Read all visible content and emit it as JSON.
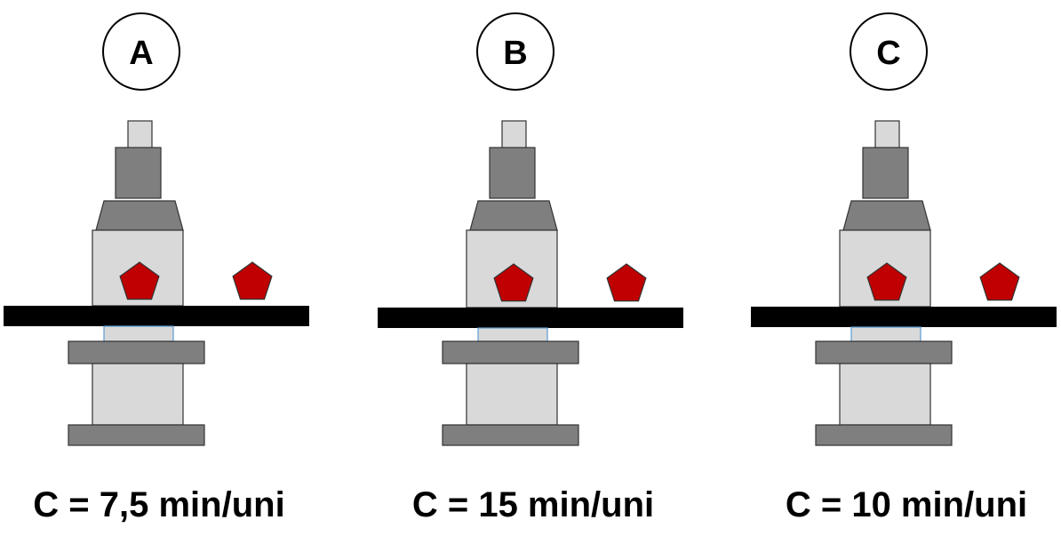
{
  "colors": {
    "light_gray": "#d9d9d9",
    "dark_gray": "#7f7f7f",
    "belt": "#000000",
    "part": "#c00000",
    "joint": "#5b9bd5"
  },
  "machines": [
    {
      "label": "A",
      "cycle_text": "C = 7,5 min/uni"
    },
    {
      "label": "B",
      "cycle_text": "C = 15 min/uni"
    },
    {
      "label": "C",
      "cycle_text": "C = 10 min/uni"
    }
  ]
}
